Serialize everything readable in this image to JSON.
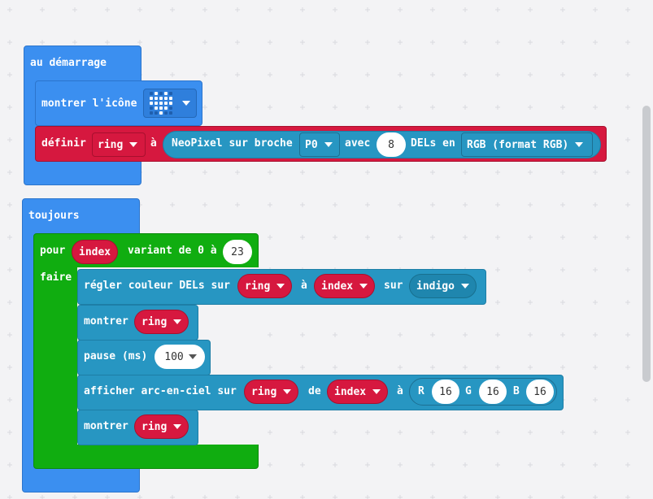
{
  "colors": {
    "basic": "#3b8ff0",
    "loops": "#10ad10",
    "neopixel": "#2796c2",
    "variable": "#d6183f",
    "workspace": "#f3f3f5"
  },
  "on_start": {
    "hat_label": "au démarrage",
    "show_icon": {
      "label": "montrer l'icône",
      "icon": "heart-dots-icon"
    },
    "set": {
      "label": "définir",
      "var": "ring",
      "to": "à",
      "create_label": "NeoPixel sur broche",
      "pin": "P0",
      "with": "avec",
      "count": "8",
      "leds_in": "DELs en",
      "mode": "RGB (format RGB)"
    }
  },
  "forever": {
    "hat_label": "toujours",
    "for": {
      "label": "pour",
      "var": "index",
      "range": "variant de 0 à",
      "max": "23",
      "do": "faire"
    },
    "set_pixel": {
      "label": "régler couleur DELs sur",
      "strip": "ring",
      "at": "à",
      "index": "index",
      "on": "sur",
      "color": "indigo"
    },
    "show1": {
      "label": "montrer",
      "strip": "ring"
    },
    "pause": {
      "label": "pause (ms)",
      "value": "100"
    },
    "rainbow": {
      "label": "afficher arc-en-ciel sur",
      "strip": "ring",
      "from": "de",
      "index": "index",
      "to": "à",
      "r_label": "R",
      "r": "16",
      "g_label": "G",
      "g": "16",
      "b_label": "B",
      "b": "16"
    },
    "show2": {
      "label": "montrer",
      "strip": "ring"
    }
  }
}
